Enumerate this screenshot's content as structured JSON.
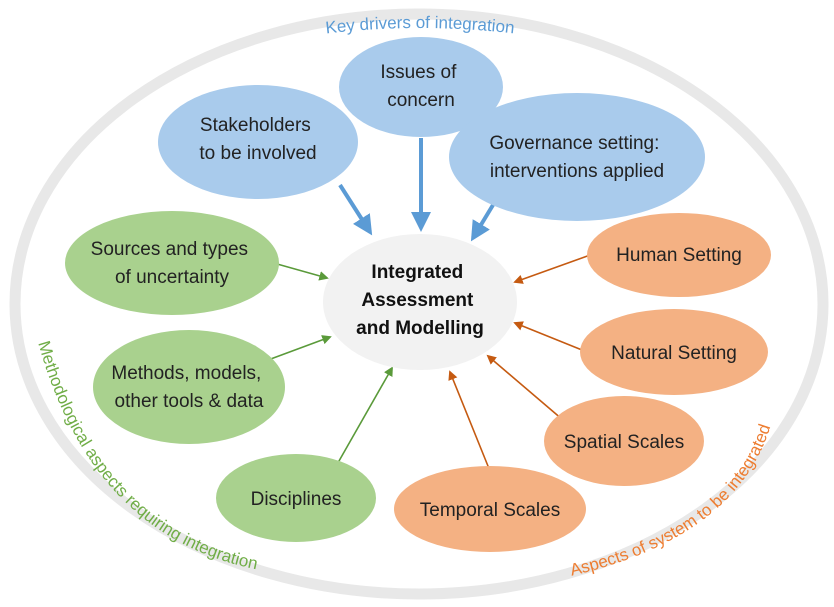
{
  "colors": {
    "blue_fill": "#a9cbec",
    "blue_arrow": "#5b9bd5",
    "green_fill": "#a9d18e",
    "green_arrow": "#5a9a3a",
    "orange_fill": "#f4b183",
    "orange_arrow": "#c55a11",
    "ring": "#e8e8e8",
    "center_fill": "#f2f2f2",
    "ring_label_blue": "#5b9bd5",
    "ring_label_green": "#70ad47",
    "ring_label_orange": "#ed7d31"
  },
  "center": {
    "lines": [
      "Integrated",
      "Assessment",
      "and Modelling"
    ]
  },
  "ring_labels": {
    "top": "Key drivers of integration",
    "left": "Methodological aspects requiring integration",
    "right": "Aspects of system to be integrated"
  },
  "nodes": {
    "issues": {
      "lines": [
        "Issues of",
        "concern"
      ]
    },
    "stakeholders": {
      "lines": [
        "Stakeholders",
        "to be involved"
      ]
    },
    "governance": {
      "lines": [
        "Governance setting:",
        "interventions applied"
      ]
    },
    "uncertainty": {
      "lines": [
        "Sources and types",
        "of uncertainty"
      ]
    },
    "methods": {
      "lines": [
        "Methods, models,",
        "other tools & data"
      ]
    },
    "disciplines": {
      "lines": [
        "Disciplines"
      ]
    },
    "human": {
      "lines": [
        "Human Setting"
      ]
    },
    "natural": {
      "lines": [
        "Natural Setting"
      ]
    },
    "spatial": {
      "lines": [
        "Spatial Scales"
      ]
    },
    "temporal": {
      "lines": [
        "Temporal Scales"
      ]
    }
  }
}
